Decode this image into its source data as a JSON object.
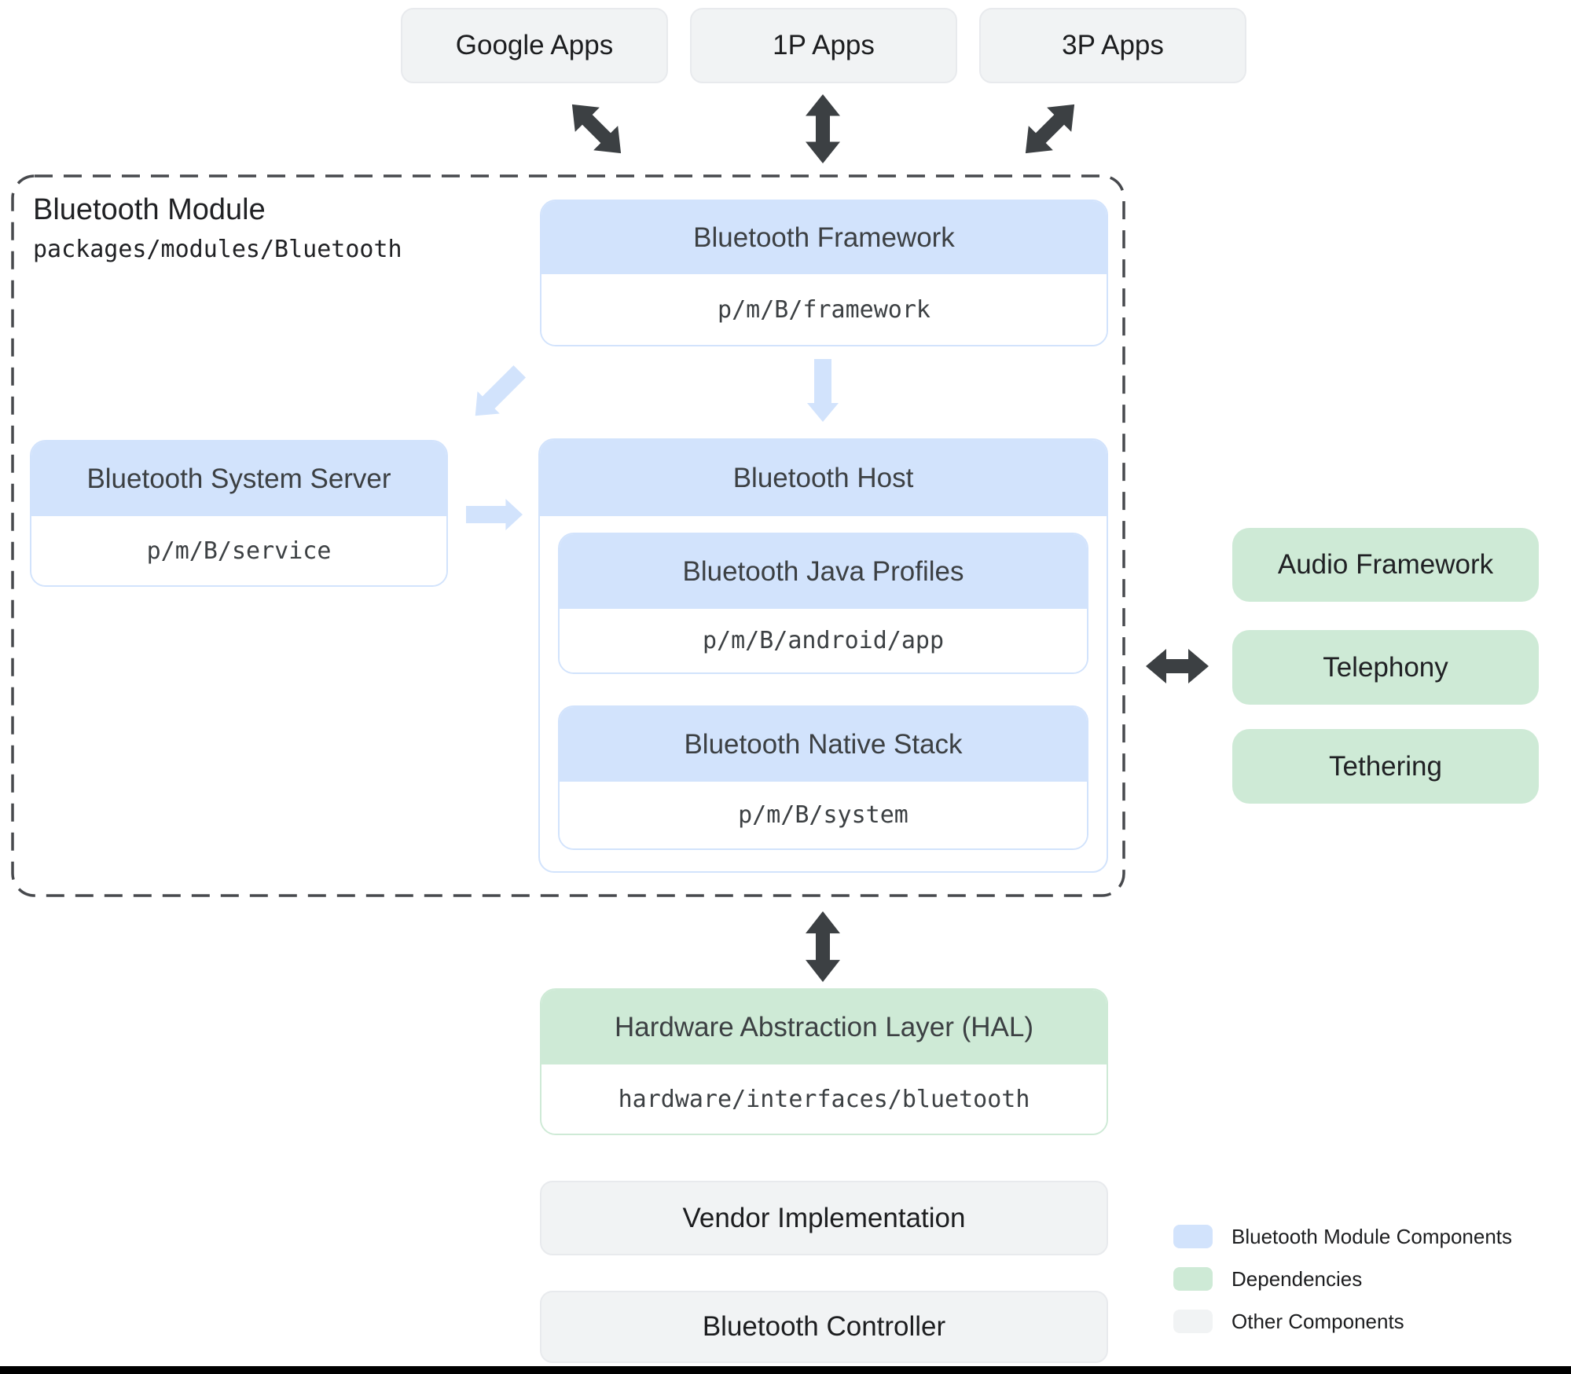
{
  "app_boxes": {
    "google": "Google Apps",
    "first_party": "1P Apps",
    "third_party": "3P Apps"
  },
  "module": {
    "title": "Bluetooth Module",
    "path": "packages/modules/Bluetooth",
    "framework": {
      "title": "Bluetooth Framework",
      "path": "p/m/B/framework"
    },
    "system_server": {
      "title": "Bluetooth System Server",
      "path": "p/m/B/service"
    },
    "host": {
      "title": "Bluetooth Host",
      "java_profiles": {
        "title": "Bluetooth Java Profiles",
        "path": "p/m/B/android/app"
      },
      "native_stack": {
        "title": "Bluetooth Native Stack",
        "path": "p/m/B/system"
      }
    }
  },
  "dependencies": {
    "audio": "Audio Framework",
    "telephony": "Telephony",
    "tethering": "Tethering"
  },
  "hal": {
    "title": "Hardware Abstraction Layer (HAL)",
    "path": "hardware/interfaces/bluetooth"
  },
  "vendor_implementation": "Vendor Implementation",
  "bluetooth_controller": "Bluetooth Controller",
  "legend": [
    {
      "label": "Bluetooth Module Components",
      "color": "#d2e3fc"
    },
    {
      "label": "Dependencies",
      "color": "#ceead6"
    },
    {
      "label": "Other Components",
      "color": "#f1f3f4"
    }
  ],
  "colors": {
    "module_component": "#d2e3fc",
    "dependency": "#ceead6",
    "other_component": "#f1f3f4",
    "dark_arrow": "#3c4043",
    "light_arrow": "#d2e3fc",
    "dashed_border": "#47494d"
  }
}
